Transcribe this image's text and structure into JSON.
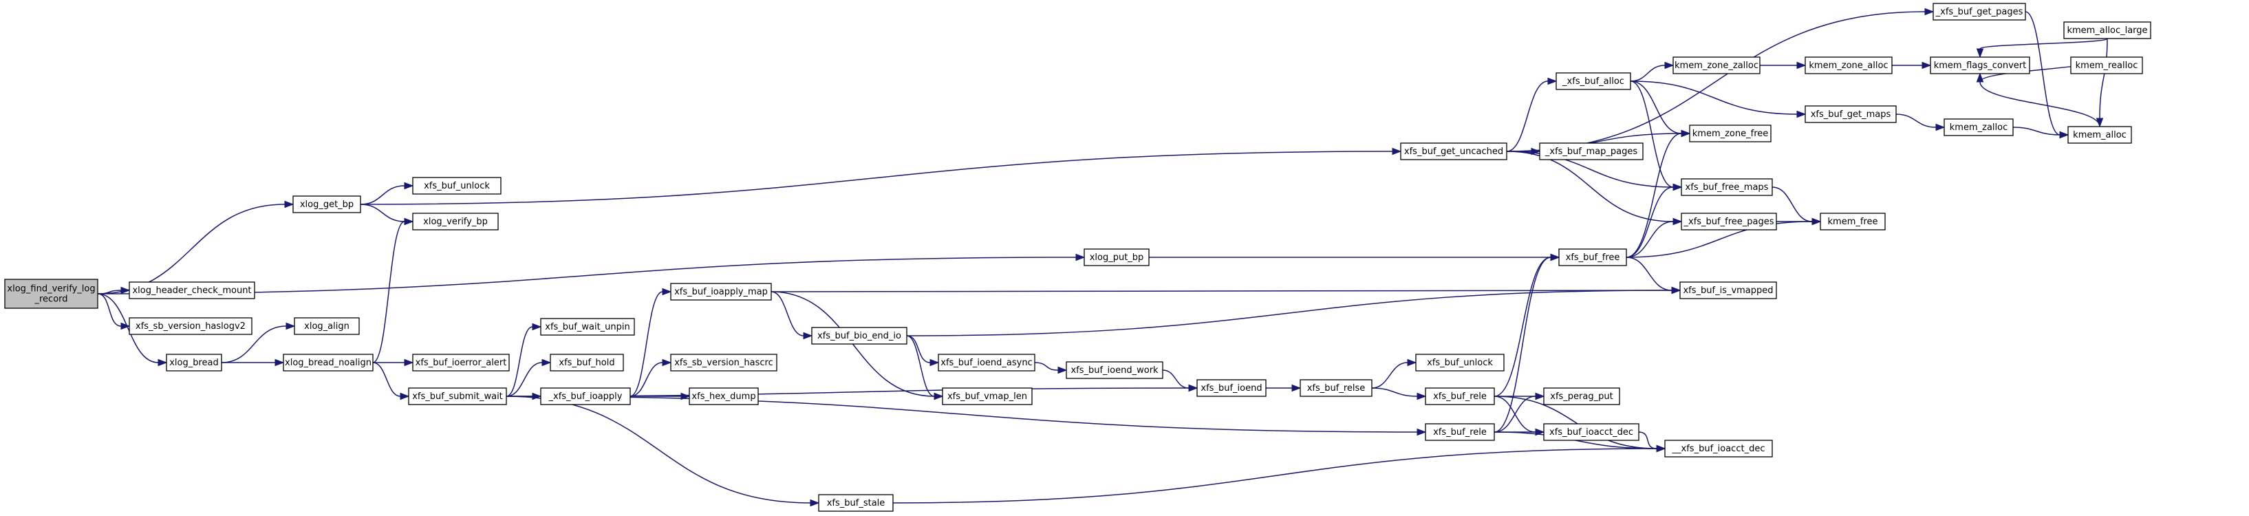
{
  "colors": {
    "edge": "#191970",
    "node_fill": "#ffffff",
    "root_fill": "#bfbfbf",
    "node_border": "#000000",
    "text": "#000000"
  },
  "nodes": [
    {
      "id": "root",
      "lines": [
        "xlog_find_verify_log",
        "_record"
      ],
      "root": true
    },
    {
      "id": "xlog_get_bp",
      "lines": [
        "xlog_get_bp"
      ]
    },
    {
      "id": "xlog_header_check_mount",
      "lines": [
        "xlog_header_check_mount"
      ]
    },
    {
      "id": "xfs_sb_version_haslogv2",
      "lines": [
        "xfs_sb_version_haslogv2"
      ]
    },
    {
      "id": "xlog_bread",
      "lines": [
        "xlog_bread"
      ]
    },
    {
      "id": "xfs_buf_unlock_1",
      "lines": [
        "xfs_buf_unlock"
      ]
    },
    {
      "id": "xlog_verify_bp",
      "lines": [
        "xlog_verify_bp"
      ]
    },
    {
      "id": "xlog_align",
      "lines": [
        "xlog_align"
      ]
    },
    {
      "id": "xlog_bread_noalign",
      "lines": [
        "xlog_bread_noalign"
      ]
    },
    {
      "id": "xfs_buf_ioerror_alert",
      "lines": [
        "xfs_buf_ioerror_alert"
      ]
    },
    {
      "id": "xfs_buf_submit_wait",
      "lines": [
        "xfs_buf_submit_wait"
      ]
    },
    {
      "id": "xfs_buf_wait_unpin",
      "lines": [
        "xfs_buf_wait_unpin"
      ]
    },
    {
      "id": "xfs_buf_hold",
      "lines": [
        "xfs_buf_hold"
      ]
    },
    {
      "id": "_xfs_buf_ioapply",
      "lines": [
        "_xfs_buf_ioapply"
      ]
    },
    {
      "id": "xfs_buf_ioapply_map",
      "lines": [
        "xfs_buf_ioapply_map"
      ]
    },
    {
      "id": "xfs_sb_version_hascrc",
      "lines": [
        "xfs_sb_version_hascrc"
      ]
    },
    {
      "id": "xfs_hex_dump",
      "lines": [
        "xfs_hex_dump"
      ]
    },
    {
      "id": "xfs_buf_bio_end_io",
      "lines": [
        "xfs_buf_bio_end_io"
      ]
    },
    {
      "id": "xfs_buf_ioend_async",
      "lines": [
        "xfs_buf_ioend_async"
      ]
    },
    {
      "id": "xfs_buf_vmap_len",
      "lines": [
        "xfs_buf_vmap_len"
      ]
    },
    {
      "id": "xfs_buf_stale",
      "lines": [
        "xfs_buf_stale"
      ]
    },
    {
      "id": "xlog_put_bp",
      "lines": [
        "xlog_put_bp"
      ]
    },
    {
      "id": "xfs_buf_ioend_work",
      "lines": [
        "xfs_buf_ioend_work"
      ]
    },
    {
      "id": "xfs_buf_ioend",
      "lines": [
        "xfs_buf_ioend"
      ]
    },
    {
      "id": "xfs_buf_relse",
      "lines": [
        "xfs_buf_relse"
      ]
    },
    {
      "id": "xfs_buf_unlock_2",
      "lines": [
        "xfs_buf_unlock"
      ]
    },
    {
      "id": "xfs_buf_rele_a",
      "lines": [
        "xfs_buf_rele"
      ]
    },
    {
      "id": "xfs_buf_rele_b",
      "lines": [
        "xfs_buf_rele"
      ]
    },
    {
      "id": "xfs_buf_get_uncached",
      "lines": [
        "xfs_buf_get_uncached"
      ]
    },
    {
      "id": "xfs_buf_free",
      "lines": [
        "xfs_buf_free"
      ]
    },
    {
      "id": "_xfs_buf_alloc",
      "lines": [
        "_xfs_buf_alloc"
      ]
    },
    {
      "id": "_xfs_buf_map_pages",
      "lines": [
        "_xfs_buf_map_pages"
      ]
    },
    {
      "id": "_xfs_buf_get_pages",
      "lines": [
        "_xfs_buf_get_pages"
      ]
    },
    {
      "id": "kmem_zone_zalloc",
      "lines": [
        "kmem_zone_zalloc"
      ]
    },
    {
      "id": "kmem_zone_free",
      "lines": [
        "kmem_zone_free"
      ]
    },
    {
      "id": "xfs_buf_get_maps",
      "lines": [
        "xfs_buf_get_maps"
      ]
    },
    {
      "id": "xfs_buf_free_maps",
      "lines": [
        "xfs_buf_free_maps"
      ]
    },
    {
      "id": "_xfs_buf_free_pages",
      "lines": [
        "_xfs_buf_free_pages"
      ]
    },
    {
      "id": "xfs_buf_is_vmapped",
      "lines": [
        "xfs_buf_is_vmapped"
      ]
    },
    {
      "id": "xfs_perag_put",
      "lines": [
        "xfs_perag_put"
      ]
    },
    {
      "id": "xfs_buf_ioacct_dec",
      "lines": [
        "xfs_buf_ioacct_dec"
      ]
    },
    {
      "id": "__xfs_buf_ioacct_dec",
      "lines": [
        "__xfs_buf_ioacct_dec"
      ]
    },
    {
      "id": "kmem_zone_alloc",
      "lines": [
        "kmem_zone_alloc"
      ]
    },
    {
      "id": "kmem_zalloc",
      "lines": [
        "kmem_zalloc"
      ]
    },
    {
      "id": "kmem_flags_convert",
      "lines": [
        "kmem_flags_convert"
      ]
    },
    {
      "id": "kmem_alloc_large",
      "lines": [
        "kmem_alloc_large"
      ]
    },
    {
      "id": "kmem_realloc",
      "lines": [
        "kmem_realloc"
      ]
    },
    {
      "id": "kmem_alloc",
      "lines": [
        "kmem_alloc"
      ]
    },
    {
      "id": "kmem_free",
      "lines": [
        "kmem_free"
      ]
    }
  ],
  "edges": [
    [
      "root",
      "xlog_get_bp"
    ],
    [
      "root",
      "xlog_header_check_mount"
    ],
    [
      "root",
      "xfs_sb_version_haslogv2"
    ],
    [
      "root",
      "xlog_bread"
    ],
    [
      "root",
      "xlog_put_bp"
    ],
    [
      "xlog_get_bp",
      "xfs_buf_unlock_1"
    ],
    [
      "xlog_get_bp",
      "xlog_verify_bp"
    ],
    [
      "xlog_get_bp",
      "xfs_buf_get_uncached"
    ],
    [
      "xlog_bread",
      "xlog_align"
    ],
    [
      "xlog_bread",
      "xlog_bread_noalign"
    ],
    [
      "xlog_bread_noalign",
      "xlog_verify_bp"
    ],
    [
      "xlog_bread_noalign",
      "xfs_buf_ioerror_alert"
    ],
    [
      "xlog_bread_noalign",
      "xfs_buf_submit_wait"
    ],
    [
      "xfs_buf_submit_wait",
      "xfs_buf_wait_unpin"
    ],
    [
      "xfs_buf_submit_wait",
      "xfs_buf_hold"
    ],
    [
      "xfs_buf_submit_wait",
      "_xfs_buf_ioapply"
    ],
    [
      "xfs_buf_submit_wait",
      "xfs_buf_ioend"
    ],
    [
      "xfs_buf_submit_wait",
      "xfs_buf_rele_b"
    ],
    [
      "xfs_buf_submit_wait",
      "xfs_buf_stale"
    ],
    [
      "_xfs_buf_ioapply",
      "xfs_buf_ioapply_map"
    ],
    [
      "_xfs_buf_ioapply",
      "xfs_sb_version_hascrc"
    ],
    [
      "_xfs_buf_ioapply",
      "xfs_hex_dump"
    ],
    [
      "xfs_buf_ioapply_map",
      "xfs_buf_bio_end_io"
    ],
    [
      "xfs_buf_ioapply_map",
      "xfs_buf_vmap_len"
    ],
    [
      "xfs_buf_ioapply_map",
      "xfs_buf_is_vmapped"
    ],
    [
      "xfs_buf_bio_end_io",
      "xfs_buf_ioend_async"
    ],
    [
      "xfs_buf_bio_end_io",
      "xfs_buf_vmap_len"
    ],
    [
      "xfs_buf_bio_end_io",
      "xfs_buf_is_vmapped"
    ],
    [
      "xfs_buf_ioend_async",
      "xfs_buf_ioend_work"
    ],
    [
      "xfs_buf_ioend_work",
      "xfs_buf_ioend"
    ],
    [
      "xfs_buf_ioend",
      "xfs_buf_relse"
    ],
    [
      "xfs_buf_relse",
      "xfs_buf_unlock_2"
    ],
    [
      "xfs_buf_relse",
      "xfs_buf_rele_a"
    ],
    [
      "xfs_buf_rele_a",
      "xfs_buf_free"
    ],
    [
      "xfs_buf_rele_a",
      "xfs_perag_put"
    ],
    [
      "xfs_buf_rele_a",
      "xfs_buf_ioacct_dec"
    ],
    [
      "xfs_buf_rele_a",
      "__xfs_buf_ioacct_dec"
    ],
    [
      "xfs_buf_rele_b",
      "xfs_buf_free"
    ],
    [
      "xfs_buf_rele_b",
      "xfs_perag_put"
    ],
    [
      "xfs_buf_rele_b",
      "xfs_buf_ioacct_dec"
    ],
    [
      "xfs_buf_rele_b",
      "__xfs_buf_ioacct_dec"
    ],
    [
      "xfs_buf_stale",
      "__xfs_buf_ioacct_dec"
    ],
    [
      "xfs_buf_ioacct_dec",
      "__xfs_buf_ioacct_dec"
    ],
    [
      "xlog_put_bp",
      "xfs_buf_free"
    ],
    [
      "xfs_buf_get_uncached",
      "_xfs_buf_alloc"
    ],
    [
      "xfs_buf_get_uncached",
      "_xfs_buf_get_pages"
    ],
    [
      "xfs_buf_get_uncached",
      "kmem_zone_free"
    ],
    [
      "xfs_buf_get_uncached",
      "_xfs_buf_map_pages"
    ],
    [
      "xfs_buf_get_uncached",
      "xfs_buf_free_maps"
    ],
    [
      "xfs_buf_get_uncached",
      "_xfs_buf_free_pages"
    ],
    [
      "_xfs_buf_alloc",
      "kmem_zone_zalloc"
    ],
    [
      "_xfs_buf_alloc",
      "xfs_buf_get_maps"
    ],
    [
      "_xfs_buf_alloc",
      "kmem_zone_free"
    ],
    [
      "_xfs_buf_alloc",
      "xfs_buf_free_maps"
    ],
    [
      "kmem_zone_zalloc",
      "kmem_zone_alloc"
    ],
    [
      "kmem_zone_alloc",
      "kmem_flags_convert"
    ],
    [
      "xfs_buf_get_maps",
      "kmem_zalloc"
    ],
    [
      "kmem_zalloc",
      "kmem_alloc"
    ],
    [
      "kmem_alloc_large",
      "kmem_flags_convert"
    ],
    [
      "kmem_alloc_large",
      "kmem_alloc"
    ],
    [
      "kmem_realloc",
      "kmem_flags_convert"
    ],
    [
      "kmem_alloc",
      "kmem_flags_convert"
    ],
    [
      "_xfs_buf_get_pages",
      "kmem_alloc"
    ],
    [
      "xfs_buf_free",
      "kmem_zone_free"
    ],
    [
      "xfs_buf_free",
      "xfs_buf_free_maps"
    ],
    [
      "xfs_buf_free",
      "_xfs_buf_free_pages"
    ],
    [
      "xfs_buf_free",
      "xfs_buf_is_vmapped"
    ],
    [
      "xfs_buf_free",
      "kmem_free"
    ],
    [
      "xfs_buf_free_maps",
      "kmem_free"
    ],
    [
      "_xfs_buf_free_pages",
      "kmem_free"
    ]
  ]
}
